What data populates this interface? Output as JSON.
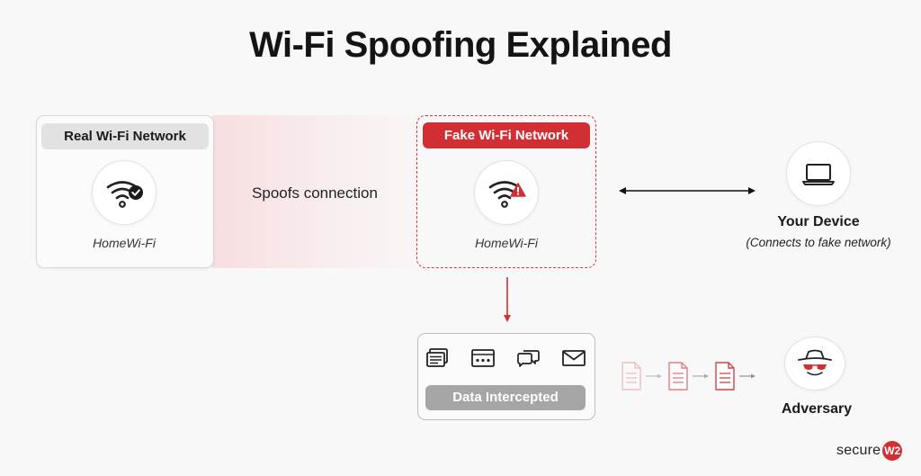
{
  "title": "Wi-Fi Spoofing Explained",
  "real_network": {
    "label": "Real Wi-Fi Network",
    "ssid": "HomeWi-Fi",
    "icon": "wifi-check-icon"
  },
  "spoof_text": "Spoofs connection",
  "fake_network": {
    "label": "Fake Wi-Fi Network",
    "ssid": "HomeWi-Fi",
    "icon": "wifi-warning-icon"
  },
  "device": {
    "name": "Your Device",
    "note": "(Connects to fake network)",
    "icon": "laptop-icon"
  },
  "intercepted": {
    "label": "Data Intercepted",
    "icons": [
      "card-stack-icon",
      "password-icon",
      "chat-icon",
      "mail-icon"
    ]
  },
  "adversary": {
    "label": "Adversary",
    "icon": "hacker-icon"
  },
  "brand": {
    "text": "secure",
    "badge": "W2"
  },
  "colors": {
    "accent_red": "#d12f33",
    "text_dark": "#1a1a1a",
    "label_grey": "#a6a6a6"
  }
}
